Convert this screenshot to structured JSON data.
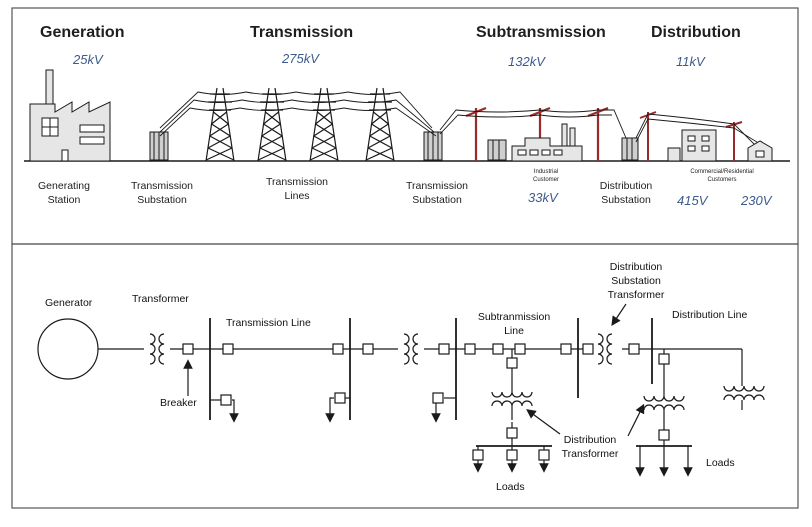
{
  "top": {
    "headings": {
      "generation": "Generation",
      "transmission": "Transmission",
      "subtransmission": "Subtransmission",
      "distribution": "Distribution"
    },
    "voltages": {
      "gen": "25kV",
      "trans": "275kV",
      "subtrans": "132kV",
      "dist": "11kV",
      "industrial": "33kV",
      "commercial": "415V",
      "residential": "230V"
    },
    "captions": {
      "generating_station": [
        "Generating",
        "Station"
      ],
      "transmission_substation_1": [
        "Transmission",
        "Substation"
      ],
      "transmission_lines": [
        "Transmission",
        "Lines"
      ],
      "transmission_substation_2": [
        "Transmission",
        "Substation"
      ],
      "industrial_customer": [
        "Industrial",
        "Customer"
      ],
      "distribution_substation": [
        "Distribution",
        "Substation"
      ],
      "commercial_residential": [
        "Commercial/Residential",
        "Customers"
      ]
    }
  },
  "bottom": {
    "labels": {
      "generator": "Generator",
      "transformer": "Transformer",
      "transmission_line": "Transmission Line",
      "breaker": "Breaker",
      "subtransmission_line": [
        "Subtranmission",
        "Line"
      ],
      "distribution_substation_transformer": [
        "Distribution",
        "Substation",
        "Transformer"
      ],
      "distribution_line": "Distribution Line",
      "distribution_transformer": [
        "Distribution",
        "Transformer"
      ],
      "loads_1": "Loads",
      "loads_2": "Loads"
    }
  },
  "colors": {
    "frame": "#555555",
    "line": "#1a1a1a",
    "voltage_text": "#3d5a8c",
    "tower_red": "#9a2a2a",
    "building_fill": "#e6e6e6"
  }
}
